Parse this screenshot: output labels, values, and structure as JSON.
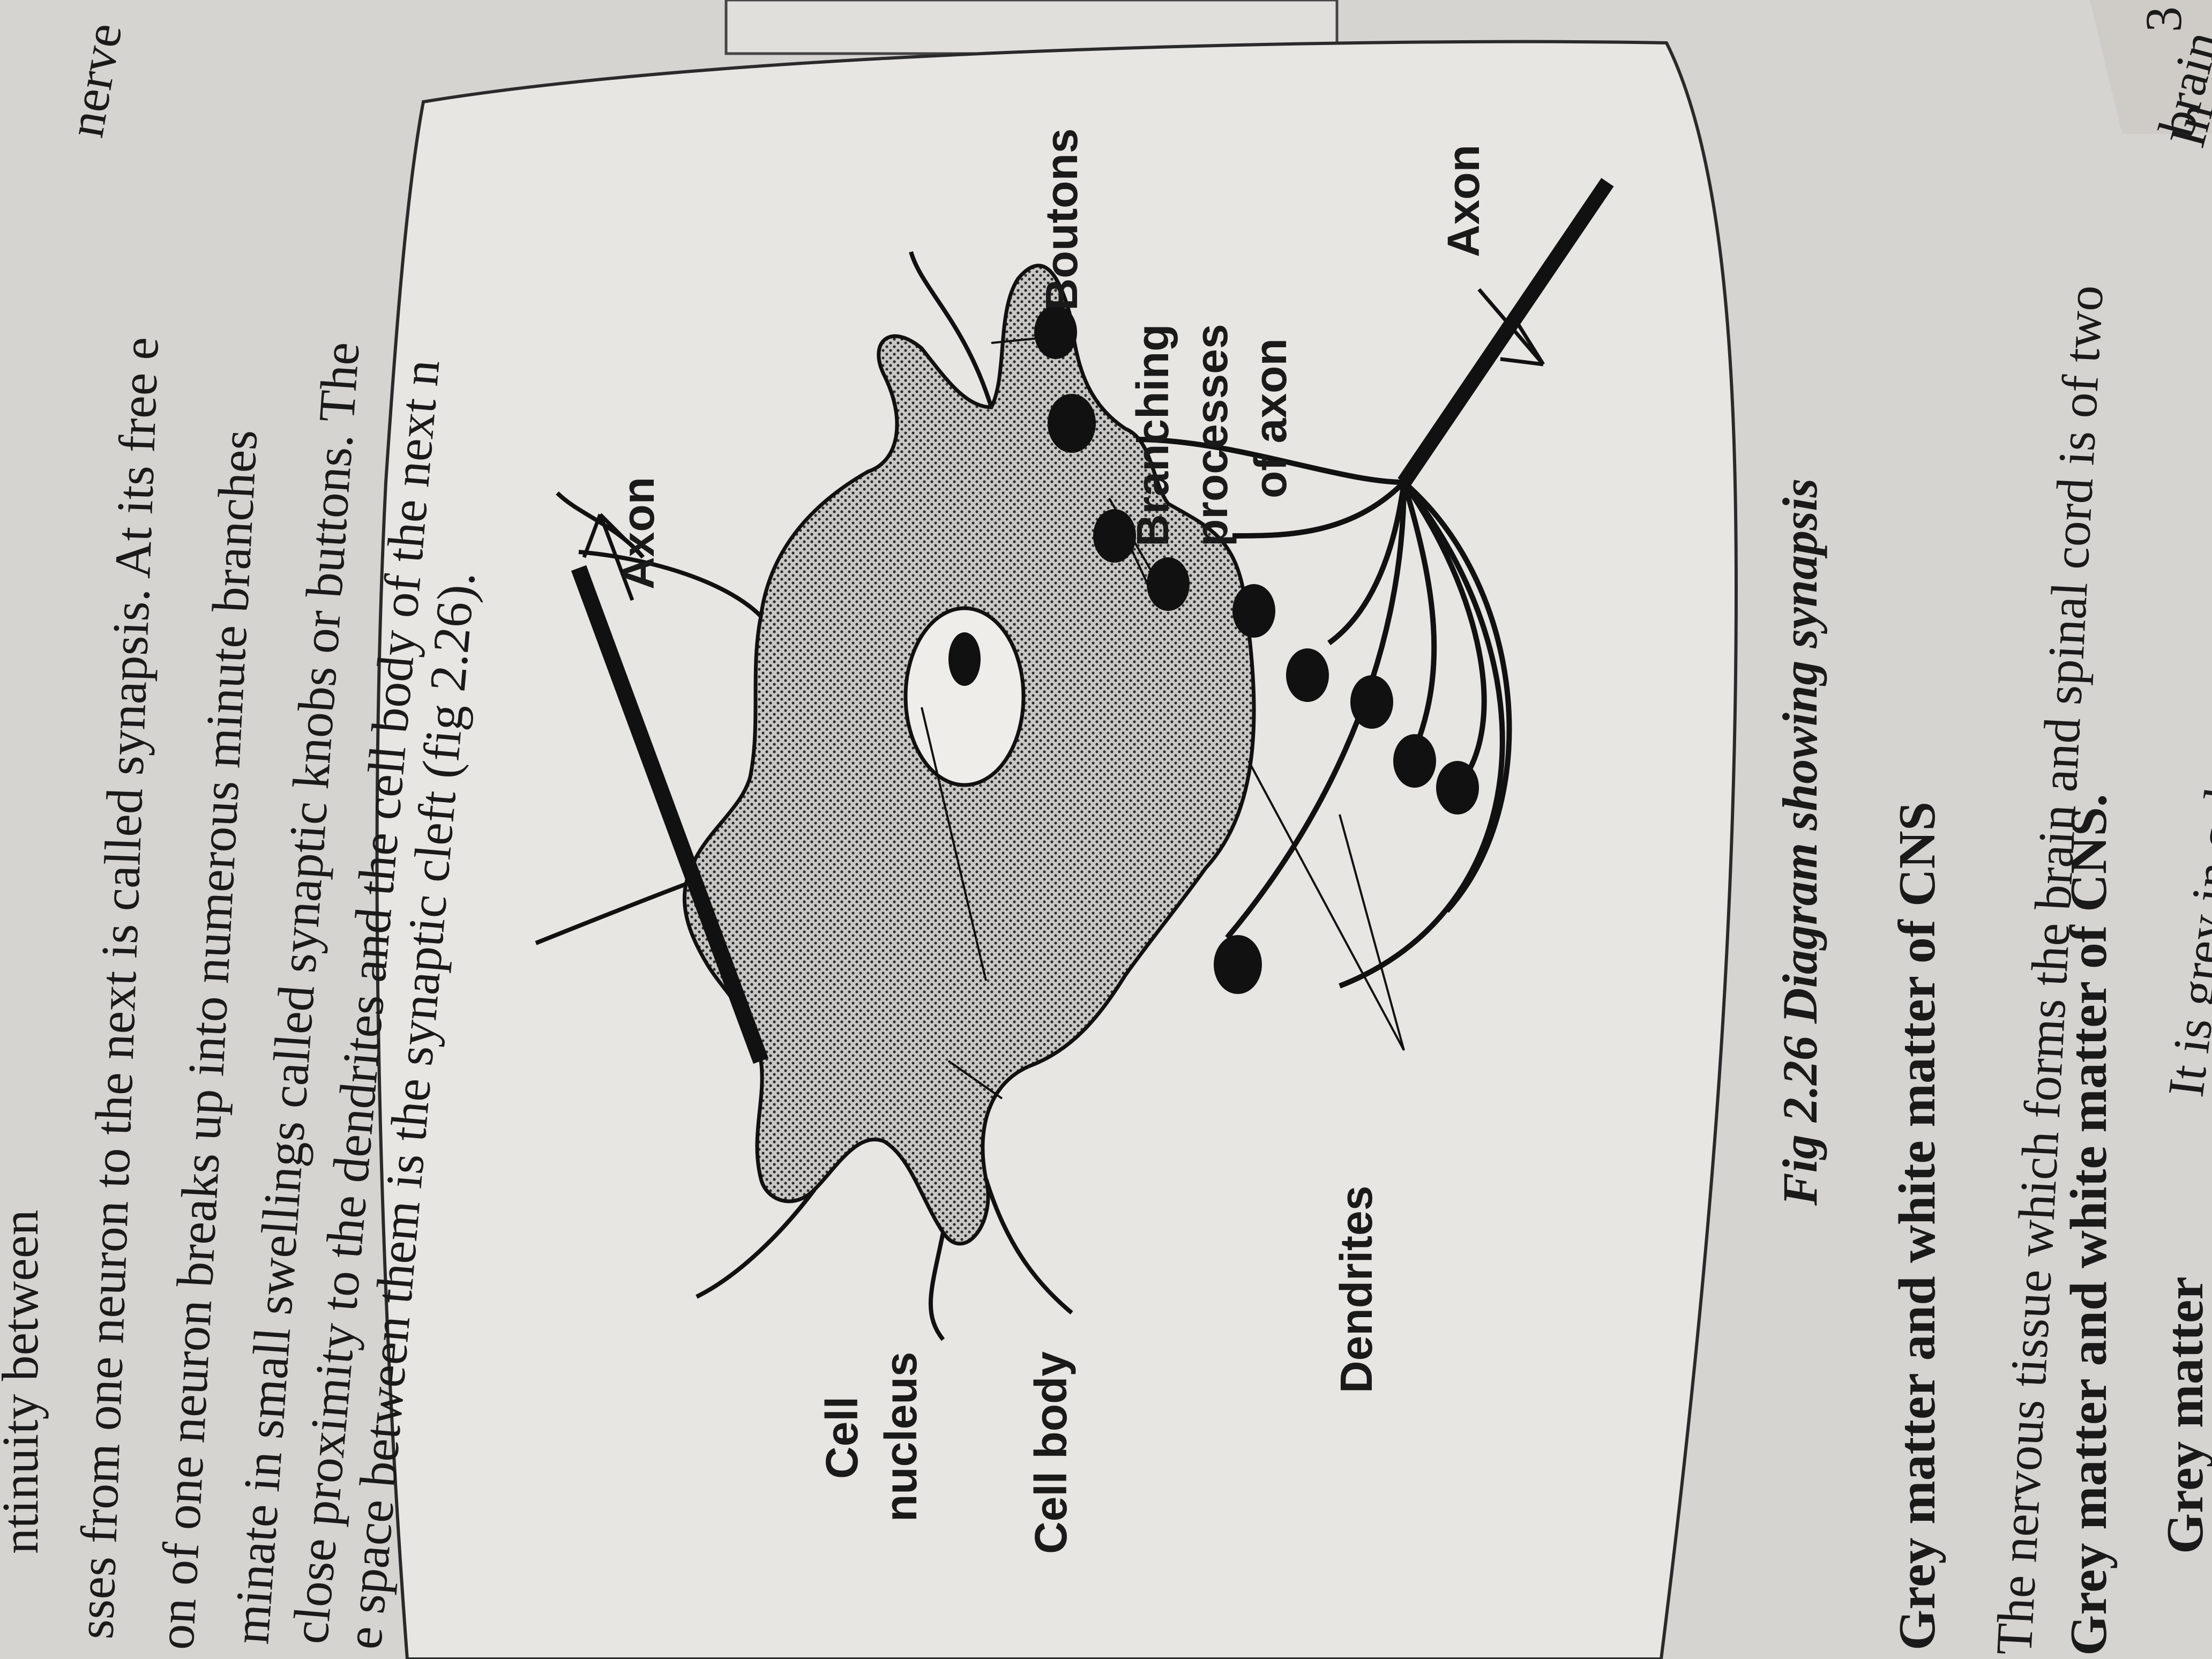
{
  "page": {
    "top_text_lines": [
      "ntinuity between",
      "sses from one neuron to the next is called synapsis. At its free e",
      "on of one neuron breaks up into numerous minute branches",
      "minate in small swellings called synaptic knobs or buttons. The",
      "close proximity to the dendrites and the cell body of the next n",
      "e space between them is the synaptic cleft (fig 2.26)."
    ],
    "corner_fragment": "nerve",
    "right_margin_number": "3"
  },
  "figure": {
    "labels": {
      "boutons": "Boutons",
      "branching_1": "Branching",
      "branching_2": "processes",
      "branching_3": "of axon",
      "axon_right": "Axon",
      "axon_left": "Axon",
      "nucleus_1": "Cell",
      "nucleus_2": "nucleus",
      "cell_body": "Cell body",
      "dendrites": "Dendrites"
    },
    "caption": "Fig 2.26  Diagram showing synapsis"
  },
  "section": {
    "heading": "Grey matter and white matter of CNS",
    "lines": [
      "The nervous tissue which forms the brain and spinal cord is of two",
      "Grey matter and white matter of CNS."
    ],
    "partial_lines": [
      "It is grey in colour consisting of cell bod",
      "Grey matter",
      "brain",
      "In"
    ]
  }
}
